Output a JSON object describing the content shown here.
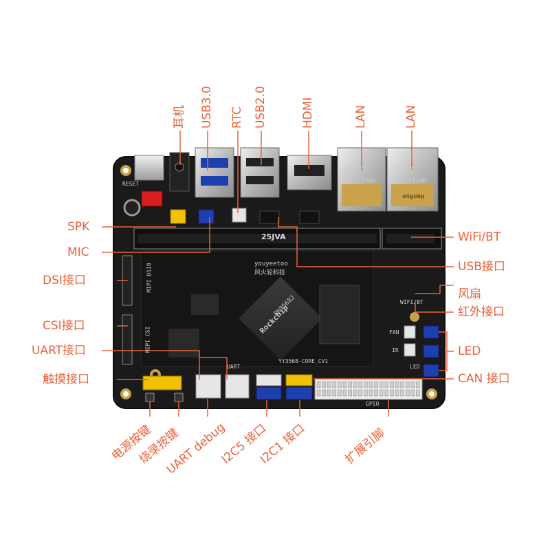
{
  "colors": {
    "callout": "#e8623a",
    "board": "#1a1a1a",
    "board_edge": "#0d0d0d",
    "gold": "#c9a14a",
    "connector_blue": "#1e3fb0",
    "connector_yellow": "#f2c200",
    "connector_white": "#e6e6e6",
    "connector_red": "#d81e1e"
  },
  "top_labels": [
    {
      "id": "earphone",
      "text": "耳机"
    },
    {
      "id": "usb3",
      "text": "USB3.0"
    },
    {
      "id": "rtc",
      "text": "RTC"
    },
    {
      "id": "usb2",
      "text": "USB2.0"
    },
    {
      "id": "hdmi",
      "text": "HDMI"
    },
    {
      "id": "lan1",
      "text": "LAN"
    },
    {
      "id": "lan2",
      "text": "LAN"
    }
  ],
  "left_labels": [
    {
      "id": "spk",
      "text": "SPK"
    },
    {
      "id": "mic",
      "text": "MIC"
    },
    {
      "id": "dsi",
      "text": "DSI接口"
    },
    {
      "id": "csi",
      "text": "CSI接口"
    },
    {
      "id": "uart",
      "text": "UART接口"
    },
    {
      "id": "touch",
      "text": "触摸接口"
    }
  ],
  "right_labels": [
    {
      "id": "wifi",
      "text": "WiFi/BT"
    },
    {
      "id": "usb_if",
      "text": "USB接口"
    },
    {
      "id": "fan",
      "text": "风扇"
    },
    {
      "id": "ir",
      "text": "红外接口"
    },
    {
      "id": "led",
      "text": "LED"
    },
    {
      "id": "can",
      "text": "CAN 接口"
    }
  ],
  "bottom_labels": [
    {
      "id": "power_key",
      "text": "电源按键"
    },
    {
      "id": "burn_key",
      "text": "烧录按键"
    },
    {
      "id": "uart_debug",
      "text": "UART debug"
    },
    {
      "id": "i2c5",
      "text": "I2C5 接口"
    },
    {
      "id": "i2c1",
      "text": "I2C1 接口"
    },
    {
      "id": "gpio_expand",
      "text": "扩展引脚"
    }
  ],
  "board_silk": {
    "brand": "youyeetoo",
    "brand_cn": "风火轮科技",
    "slot_mark": "25JVA",
    "core_mark": "YY3568-CORE_CV1",
    "soc_brand": "Rockchip",
    "soc_model": "RK3568J",
    "reset": "RESET",
    "wifi_bt": "WIFI/BT",
    "fan": "FAN",
    "ir": "IR",
    "led": "LED",
    "gpio": "GPIO",
    "mipi_dsi": "MIPI DSI0",
    "mipi_csi": "MIPI CSI",
    "lan_code_1": "22130",
    "lan_part_1": "HR911130A",
    "lan_code_2": "22130",
    "lan_part_2": "HR911130A",
    "lan_brand": "HanRun",
    "uart": "UART"
  }
}
